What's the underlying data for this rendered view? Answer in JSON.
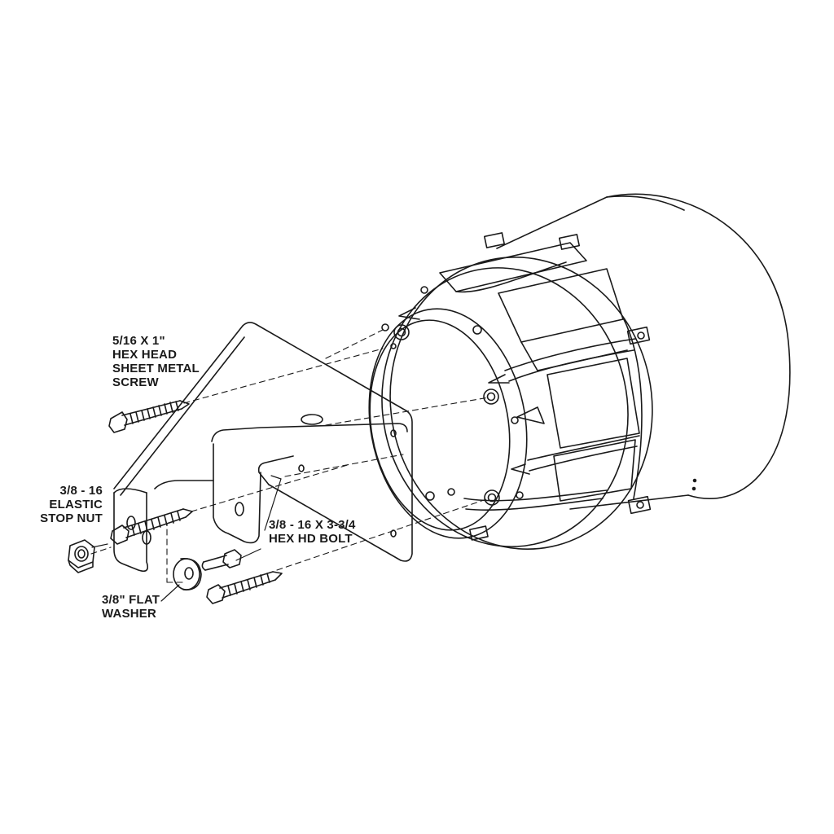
{
  "labels": {
    "screw": [
      "5/16 X 1\"",
      "HEX HEAD",
      "SHEET METAL",
      "SCREW"
    ],
    "nut": [
      "3/8 - 16",
      "ELASTIC",
      "STOP NUT"
    ],
    "bolt": [
      "3/8 - 16 X 3-3/4",
      "HEX HD BOLT"
    ],
    "washer": [
      "3/8\" FLAT",
      "WASHER"
    ]
  }
}
